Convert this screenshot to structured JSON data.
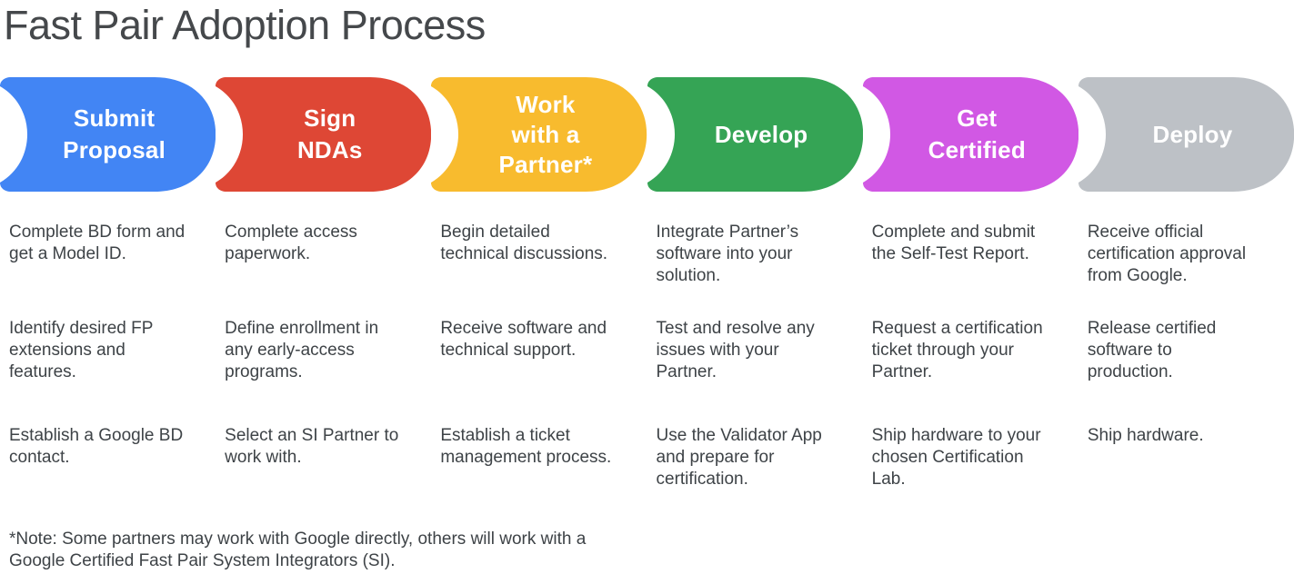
{
  "title": "Fast Pair Adoption Process",
  "colors": {
    "blue": "#4285F4",
    "red": "#DE4735",
    "yellow": "#F8BB2E",
    "green": "#35A455",
    "magenta": "#D158E4",
    "gray": "#BDC1C6",
    "title_text": "#45484B",
    "body_text": "#3E4347",
    "stage_label_text": "#FFFFFF"
  },
  "stages": [
    {
      "label": "Submit\nProposal",
      "color": "#4285F4",
      "steps": [
        "Complete BD form and\nget a Model ID.",
        "Identify desired FP\nextensions and\nfeatures.",
        "Establish a Google BD\ncontact."
      ]
    },
    {
      "label": "Sign\nNDAs",
      "color": "#DE4735",
      "steps": [
        "Complete access\npaperwork.",
        "Define enrollment in\nany early-access\nprograms.",
        "Select an SI Partner to\nwork with."
      ]
    },
    {
      "label": "Work\nwith a\nPartner*",
      "color": "#F8BB2E",
      "steps": [
        "Begin detailed\ntechnical discussions.",
        "Receive software and\ntechnical support.",
        "Establish a ticket\nmanagement process."
      ]
    },
    {
      "label": "Develop",
      "color": "#35A455",
      "steps": [
        "Integrate Partner’s\nsoftware into your\nsolution.",
        "Test and resolve any\nissues with your\nPartner.",
        "Use the Validator App\nand prepare for\ncertification."
      ]
    },
    {
      "label": "Get\nCertified",
      "color": "#D158E4",
      "steps": [
        "Complete and submit\nthe Self-Test Report.",
        "Request a certification\nticket through your\nPartner.",
        "Ship hardware to your\nchosen Certification\nLab."
      ]
    },
    {
      "label": "Deploy",
      "color": "#BDC1C6",
      "steps": [
        "Receive official\ncertification approval\nfrom Google.",
        "Release certified\nsoftware to\nproduction.",
        "Ship hardware."
      ]
    }
  ],
  "note": "*Note: Some partners may work with Google directly, others will work with a\nGoogle Certified Fast Pair System Integrators (SI)."
}
